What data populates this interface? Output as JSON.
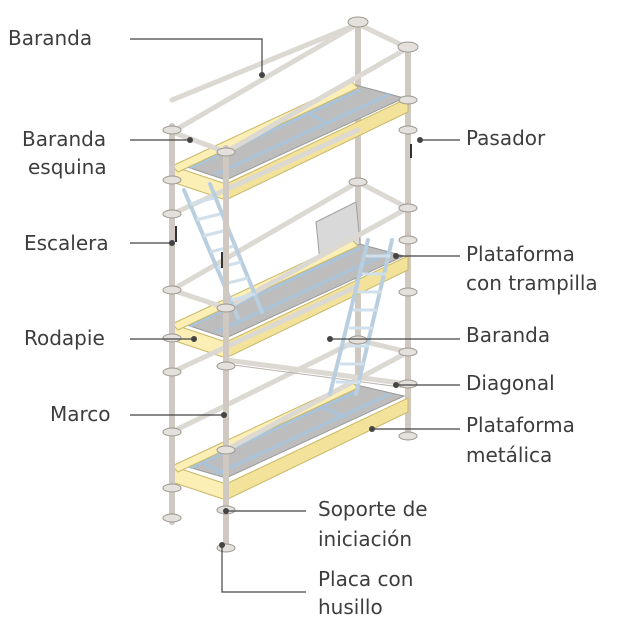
{
  "labels": {
    "baranda_top": "Baranda",
    "baranda_esquina_l1": "Baranda",
    "baranda_esquina_l2": "esquina",
    "escalera": "Escalera",
    "rodapie": "Rodapie",
    "marco": "Marco",
    "pasador": "Pasador",
    "plataforma_trampilla_l1": "Plataforma",
    "plataforma_trampilla_l2": "con trampilla",
    "baranda_right": "Baranda",
    "diagonal": "Diagonal",
    "plataforma_metalica_l1": "Plataforma",
    "plataforma_metalica_l2": "metálica",
    "soporte_l1": "Soporte de",
    "soporte_l2": "iniciación",
    "placa_l1": "Placa con",
    "placa_l2": "husillo"
  },
  "colors": {
    "toeboard": "#fbefb6",
    "steel": "#cfc9c1",
    "deck": "#bdbdbd",
    "ladder": "#b9cfe0",
    "text": "#3d3d3d"
  }
}
